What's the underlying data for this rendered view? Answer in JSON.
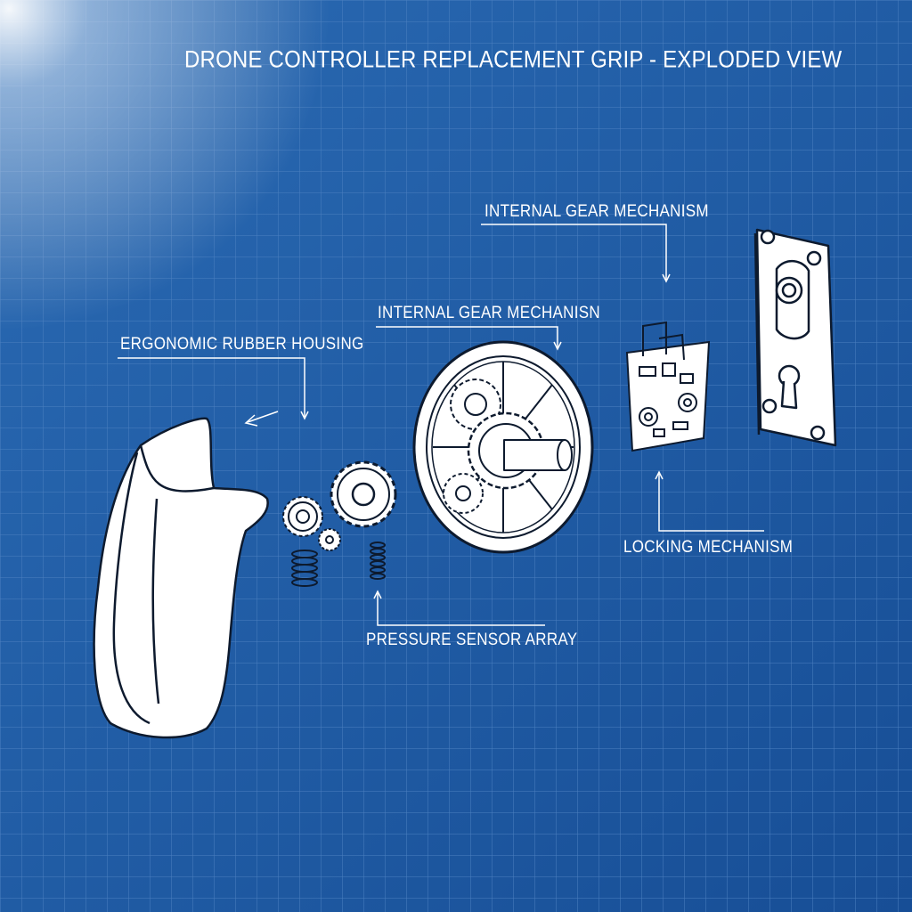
{
  "title": "DRONE CONTROLLER REPLACEMENT GRIP - EXPLODED VIEW",
  "callouts": {
    "gear_top": "INTERNAL GEAR MECHANISM",
    "gear_mid": "INTERNAL GEAR MECHANISN",
    "housing": "ERGONOMIC RUBBER HOUSING",
    "locking": "LOCKING MECHANISM",
    "sensor": "PRESSURE SENSOR ARRAY"
  },
  "colors": {
    "background": "#1f5aa3",
    "grid": "#4d82c4",
    "linework": "#ffffff",
    "outline": "#0d1a2e",
    "part_fill": "#ffffff"
  },
  "parts": [
    "ergonomic-rubber-housing",
    "small-spur-gear",
    "tiny-spur-gear",
    "medium-spur-gear",
    "compression-spring-left",
    "compression-spring-right",
    "gear-wheel-assembly",
    "circuit-board",
    "mounting-plate"
  ]
}
